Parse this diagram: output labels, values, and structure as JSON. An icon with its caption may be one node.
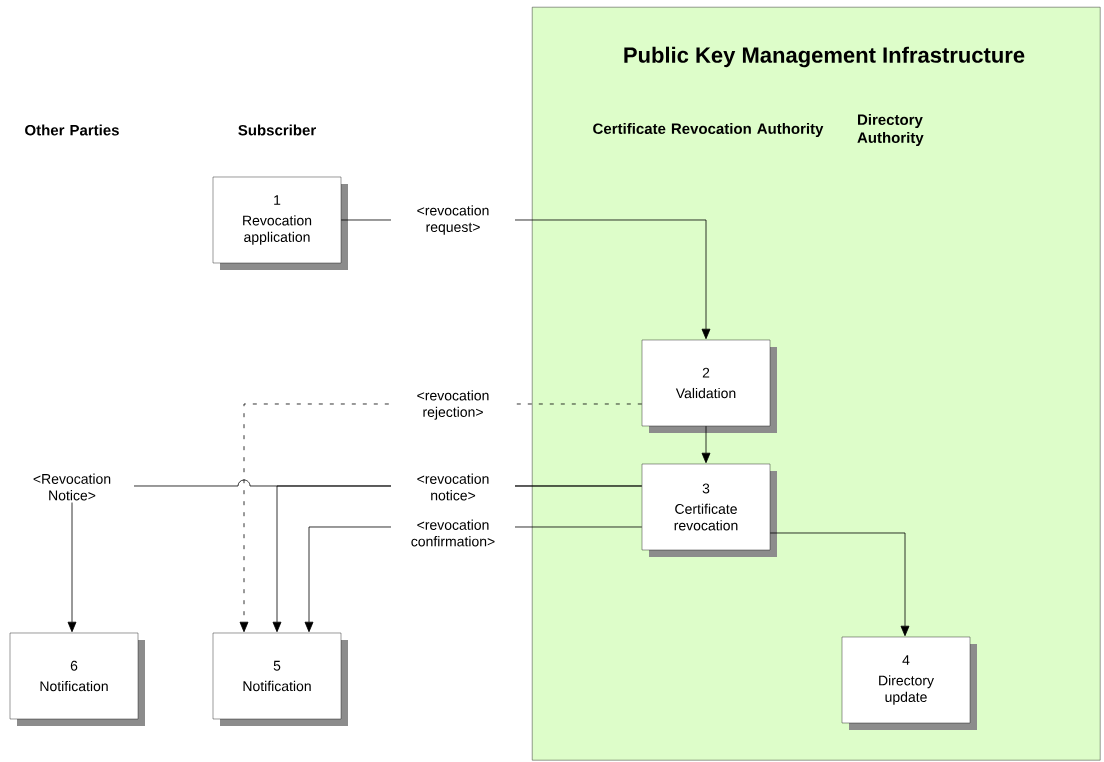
{
  "diagram": {
    "nodes": [
      {
        "text": [
          "Public Key Management Infrastructure"
        ]
      },
      {
        "text": [
          "1",
          "Revocation application"
        ]
      },
      {
        "text": [
          "2",
          "Validation"
        ],
        "in": 0
      },
      {
        "text": [
          "3",
          "Certificate revocation"
        ],
        "in": 0
      },
      {
        "text": [
          "4",
          "Directory update"
        ],
        "in": 0
      },
      {
        "text": [
          "5",
          "Notification"
        ]
      },
      {
        "text": [
          "6",
          "Notification"
        ]
      }
    ],
    "edges": [
      {
        "from": 1,
        "to": 2,
        "arrow": "to",
        "label": "<revocation request>"
      },
      {
        "from": 2,
        "to": 5,
        "arrow": "to",
        "label": "<revocation rejection>",
        "style": "dashed"
      },
      {
        "from": 2,
        "to": 3,
        "arrow": "to"
      },
      {
        "from": 3,
        "to": 4,
        "arrow": "to"
      },
      {
        "from": 3,
        "to": 5,
        "arrow": "to",
        "label": "<revocation notice>"
      },
      {
        "from": 3,
        "to": 6,
        "arrow": "to",
        "label": "<Revocation Notice>"
      },
      {
        "from": 3,
        "to": 5,
        "arrow": "to",
        "label": "<revocation confirmation>"
      }
    ],
    "labels": [
      "Other Parties",
      "Subscriber",
      "Certificate Revocation Authority",
      "Directory Authority"
    ]
  }
}
